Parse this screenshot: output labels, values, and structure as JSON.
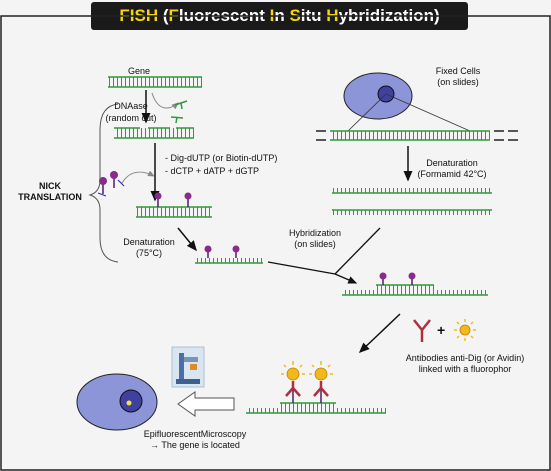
{
  "title": {
    "lead": "FISH",
    "open": " (",
    "f": "F",
    "f_rest": "luorescent ",
    "i": "I",
    "i_rest": "n ",
    "s": "S",
    "s_rest": "itu ",
    "h": "H",
    "h_rest": "ybridization)"
  },
  "labels": {
    "gene": "Gene",
    "dnaase_1": "DNAase",
    "dnaase_2": "(random cut)",
    "nucleotides_1": "- Dig-dUTP (or Biotin-dUTP)",
    "nucleotides_2": "- dCTP + dATP + dGTP",
    "nick_1": "NICK",
    "nick_2": "TRANSLATION",
    "denat1_1": "Denaturation",
    "denat1_2": "(75°C)",
    "fixed_1": "Fixed Cells",
    "fixed_2": "(on slides)",
    "denat2_1": "Denaturation",
    "denat2_2": "(Formamid 42°C)",
    "hyb_1": "Hybridization",
    "hyb_2": "(on slides)",
    "plus": "+",
    "antibody_1": "Antibodies anti-Dig (or Avidin)",
    "antibody_2": "linked with a fluorophor",
    "epi_1": "EpifluorescentMicroscopy",
    "epi_2": "→ The gene is located"
  },
  "colors": {
    "strand": "#2e9a3a",
    "probe_stem": "#4b1e6b",
    "probe_ball": "#8a2a8a",
    "nucleus": "#4040a0",
    "cell": "#8c95d8",
    "antibody": "#b03040",
    "fluorophore": "#f3b81a",
    "title_accent": "#f5d60e"
  }
}
